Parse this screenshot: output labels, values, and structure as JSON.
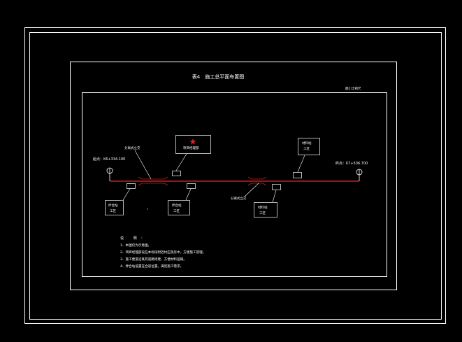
{
  "title": "表4　施工总平面布置图",
  "scale_note": "图1:比例尺",
  "stations": {
    "start": "起点：K6+334.100",
    "end": "终点：K7+536.700"
  },
  "callouts": {
    "project_dept": "项目经理部",
    "bridge1_name": "分离式立交",
    "bridge2_name": "分离式立交",
    "camp1": "拌合站",
    "camp1_sub": "工区",
    "camp2": "拌合站",
    "camp2_sub": "工区",
    "camp3": "材料站",
    "camp3_sub": "工区",
    "camp4": "材料站",
    "camp4_sub": "工区"
  },
  "notes": {
    "header": "说 明：",
    "items": [
      "1、本图仅为示意图。",
      "2、项目经理部设在本标段附近村庄民房中，方便施工管理。",
      "3、施工便道沿既有道路修建，方便材料运输。",
      "4、拌合站设置在合适位置，满足施工需求。"
    ]
  },
  "colors": {
    "road": "#cc1b1b",
    "line": "#ffffff",
    "background": "#000000",
    "star": "#e02020"
  }
}
